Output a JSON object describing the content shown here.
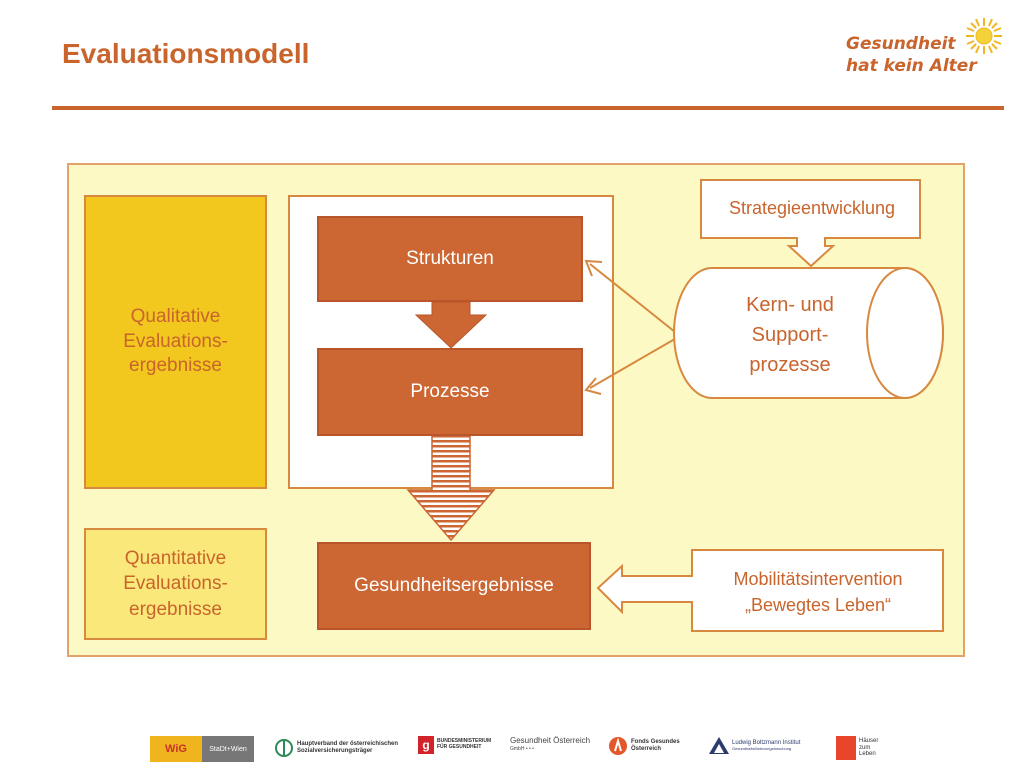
{
  "slide": {
    "title": "Evaluationsmodell",
    "brand": {
      "line1": "Gesundheit",
      "line2": "hat kein Alter"
    }
  },
  "diagram": {
    "qualitative": "Qualitative Evaluations- ergebnisse",
    "quantitative": "Quantitative Evaluations- ergebnisse",
    "strukturen": "Strukturen",
    "prozesse": "Prozesse",
    "gesundheitsergebnisse": "Gesundheitsergebnisse",
    "cylinder": {
      "line1": "Kern- und",
      "line2": "Support-",
      "line3": "prozesse"
    },
    "strategie": "Strategieentwicklung",
    "mobilitaet": {
      "line1": "Mobilitätsintervention",
      "line2": "„Bewegtes Leben“"
    }
  },
  "footer_logos": {
    "wig": {
      "main": "WiG",
      "sub": ""
    },
    "stadt_wien": {
      "main": "StaDt+Wien"
    },
    "hauptverband": {
      "line1": "Hauptverband der österreichischen",
      "line2": "Sozialversicherungsträger"
    },
    "bmg": {
      "line1": "BUNDESMINISTERIUM",
      "line2": "FÜR GESUNDHEIT"
    },
    "goeg": {
      "line1": "Gesundheit Österreich",
      "line2": "GmbH • • •"
    },
    "fgoe": {
      "line1": "Fonds Gesundes",
      "line2": "Österreich"
    },
    "lbi": {
      "line1": "Ludwig Boltzmann Institut",
      "line2": "Gesundheitsförderungsforschung"
    },
    "haeuser": {
      "line1": "Häuser",
      "line2": "zum",
      "line3": "Leben"
    }
  }
}
